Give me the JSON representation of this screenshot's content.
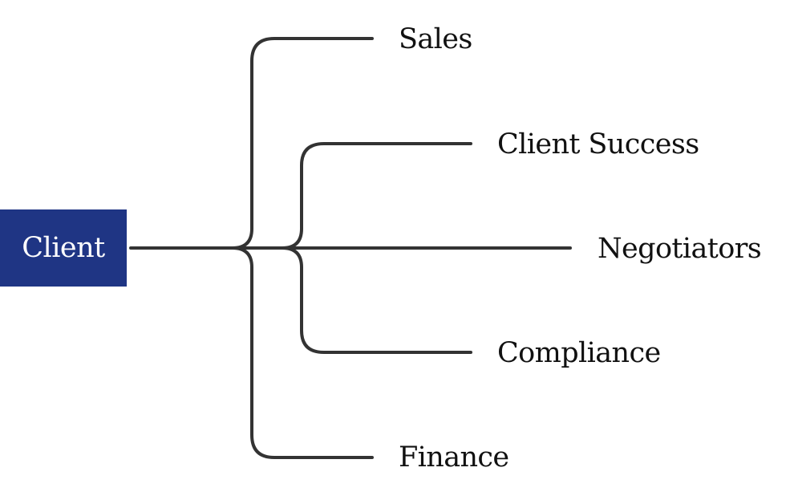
{
  "colors": {
    "root_fill": "#1f3584",
    "root_text": "#ffffff",
    "connector": "#333333",
    "label_text": "#111111",
    "background": "#ffffff"
  },
  "root": {
    "label": "Client"
  },
  "branches": [
    {
      "id": "sales",
      "label": "Sales"
    },
    {
      "id": "client-success",
      "label": "Client Success"
    },
    {
      "id": "negotiators",
      "label": "Negotiators"
    },
    {
      "id": "compliance",
      "label": "Compliance"
    },
    {
      "id": "finance",
      "label": "Finance"
    }
  ]
}
